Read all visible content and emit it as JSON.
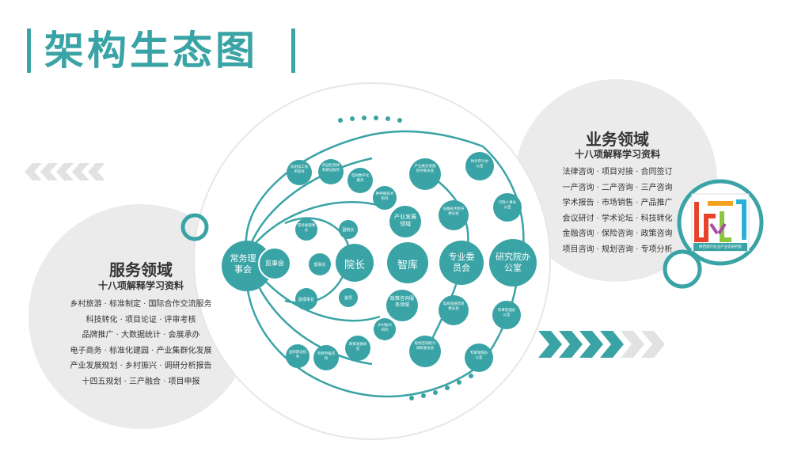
{
  "title": "架构生态图",
  "colors": {
    "accent": "#3aa3a6",
    "panel_bg": "#ebebeb",
    "text": "#333333",
    "white": "#ffffff"
  },
  "left_panel": {
    "title": "服务领域",
    "subtitle": "十八项解释学习资料",
    "lines": [
      "乡村旅游 · 标准制定 · 国际合作交流服务",
      "科技转化 · 项目论证 · 评审考核",
      "品牌推广 · 大数据统计 · 会展承办",
      "电子商务 · 标准化建园 · 产业集群化发展",
      "产业发展规划 · 乡村振兴 · 调研分析报告",
      "十四五规划 · 三产融合 · 项目申报"
    ]
  },
  "right_panel": {
    "title": "业务领域",
    "subtitle": "十八项解释学习资料",
    "lines": [
      "法律咨询 · 项目对接 · 合同签订",
      "一产咨询 · 二产咨询 · 三产咨询",
      "学术报告 · 市场销售 · 产品推广",
      "会议研讨 · 学术论坛 · 科技转化",
      "金融咨询 · 保险咨询 · 政策咨询",
      "项目咨询 · 规划咨询 · 专项分析"
    ],
    "logo_caption": "陕西现代农业产业化研究院"
  },
  "diagram": {
    "main_nodes": {
      "changwu": "常务理事会",
      "jianshi": "监事会",
      "yuanzhang": "院长",
      "zhiku": "智库",
      "zhuanye": "专业委员会",
      "yanjiuyuan": "研究院办公室"
    },
    "small_nodes": {
      "changwu_fu": "常务副理事长",
      "lishi": "理事长",
      "fulishi": "副理事长",
      "fuyuan": "副院长",
      "weiyuan": "委员",
      "nongfu": "农副加工技术指导",
      "yuanqu": "农园检测体系建设服务",
      "dianshang": "电商数字化服务",
      "zhongyang": "种养殖技术指导",
      "chanye_fz": "产业发展领域",
      "zhengce_fw": "政策咨询服务领域",
      "xiangcun_yj": "乡村振兴研究",
      "pinpai": "品牌建设指导",
      "xiangmu_sb": "项目申报咨询",
      "zhengce_fz": "政策发展研究",
      "chanye_rh": "产业融合发展指导委员会",
      "shebei": "设备技术指导委员会",
      "dianshang_wm": "电商会展贸易委员会",
      "guihua": "规划咨询统计调研委员会",
      "caiwu": "财务审计办公室",
      "xingzheng": "行政人事办公室",
      "xiangmu_gl": "项目管理办公室",
      "zhuanjia": "专家保障办公室"
    }
  }
}
